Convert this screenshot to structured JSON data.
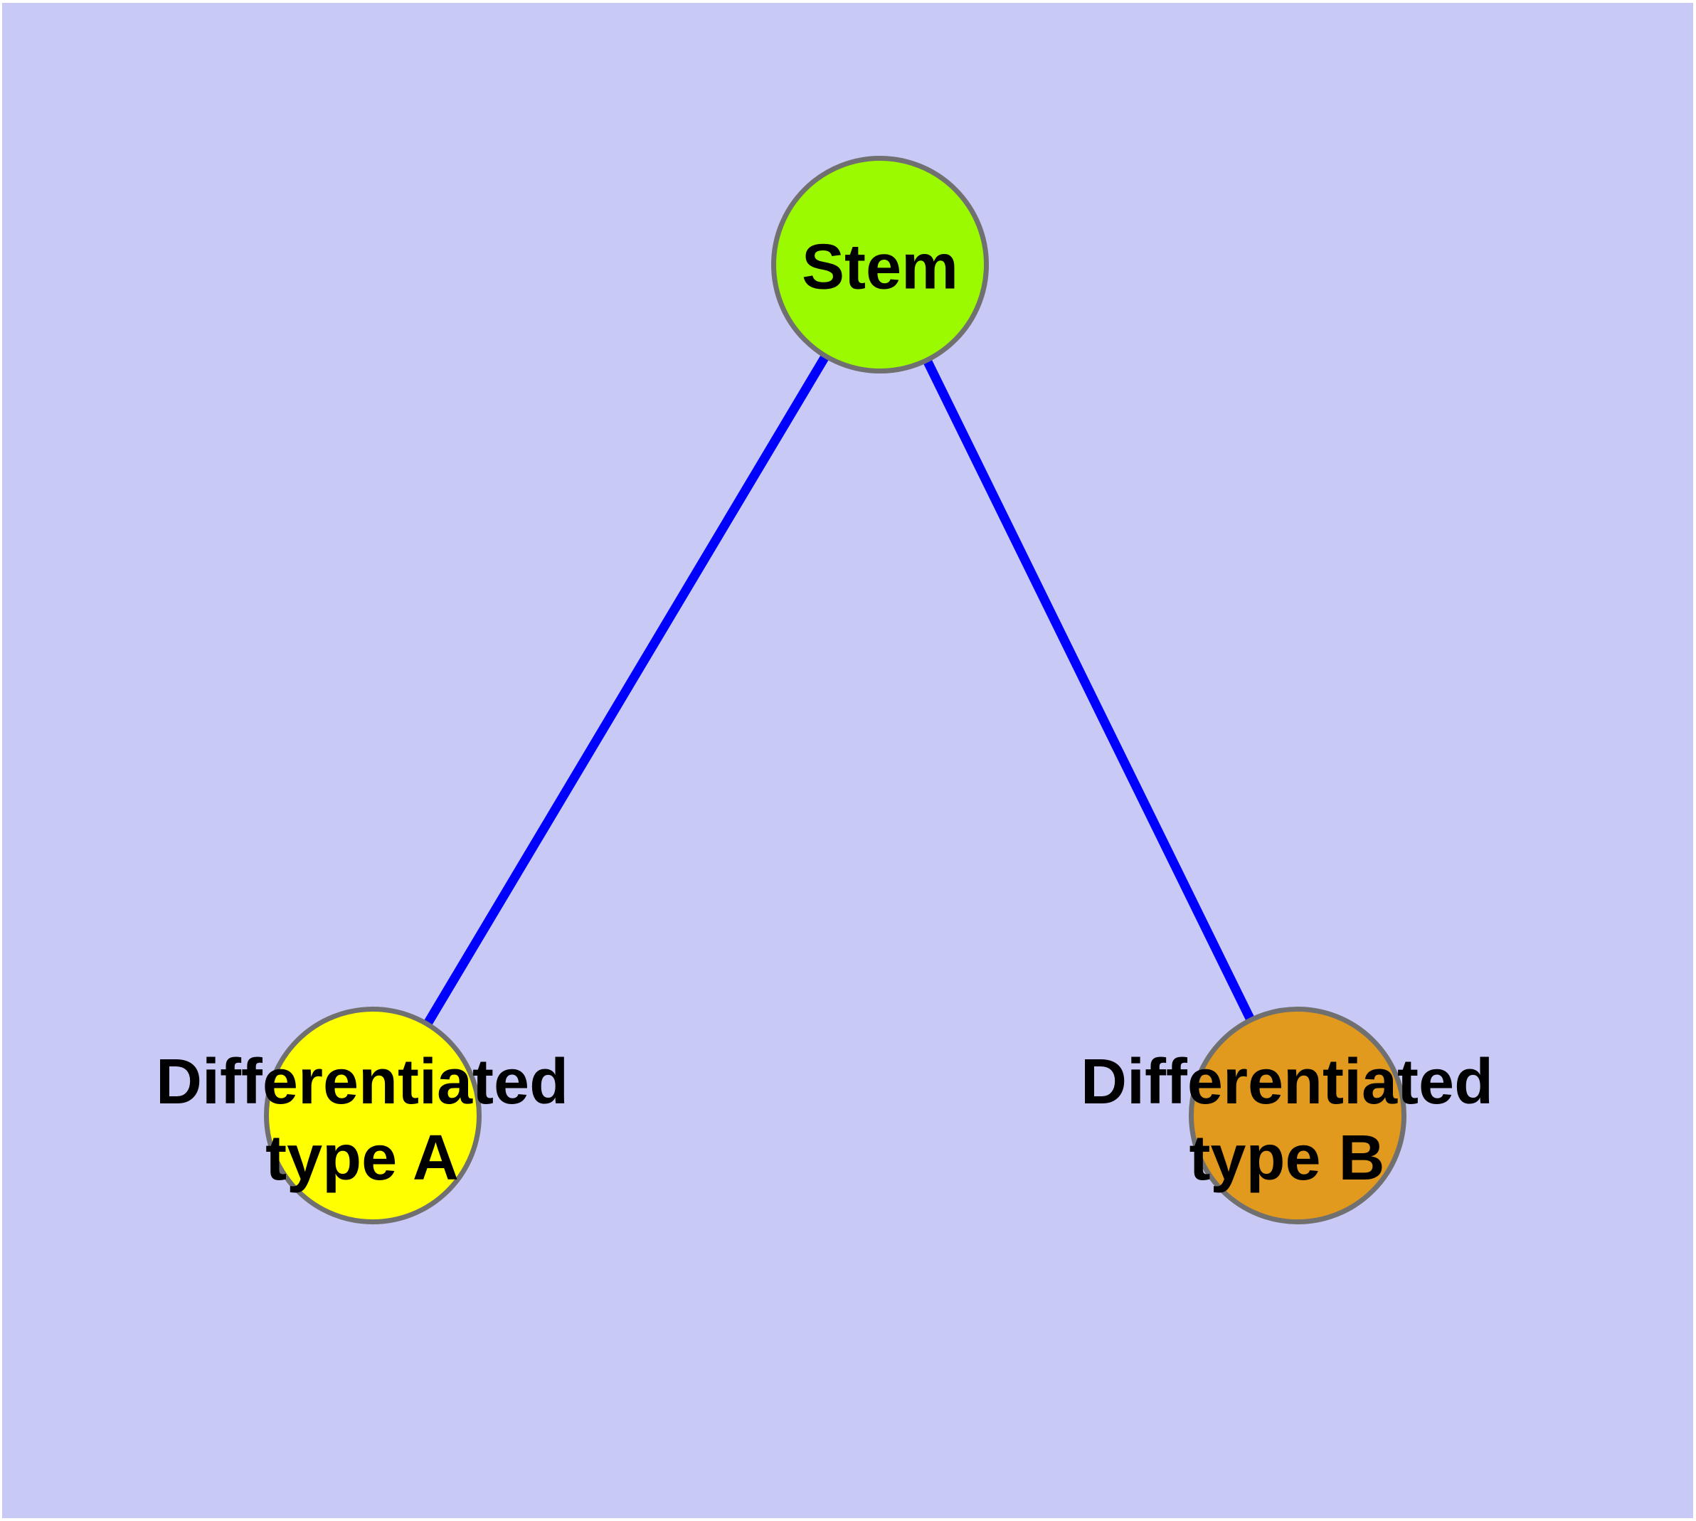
{
  "diagram": {
    "background_color": "#C9C9F6",
    "page_border_color": "#FFFFFF",
    "edge_color": "#0000FF",
    "node_border_color": "#707070",
    "text_color": "#000000",
    "nodes": [
      {
        "id": "stem",
        "label": "Stem",
        "fill_color": "#9BFA00",
        "shape": "circle"
      },
      {
        "id": "differentiated-type-a",
        "label": "Differentiated\ntype A",
        "fill_color": "#FFFF00",
        "shape": "circle"
      },
      {
        "id": "differentiated-type-b",
        "label": "Differentiated\ntype B",
        "fill_color": "#E1991E",
        "shape": "circle"
      }
    ],
    "edges": [
      {
        "from": "stem",
        "to": "differentiated-type-a"
      },
      {
        "from": "stem",
        "to": "differentiated-type-b"
      }
    ]
  }
}
